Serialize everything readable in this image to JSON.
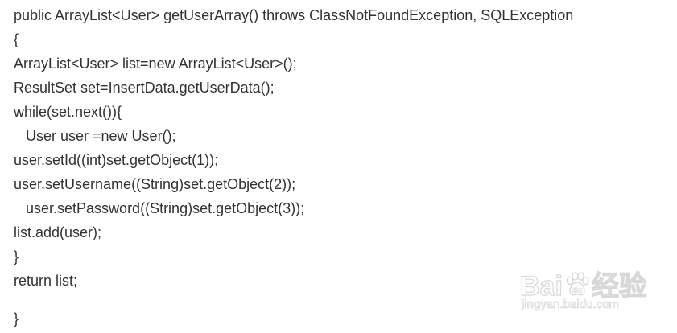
{
  "code": {
    "lines": [
      "public ArrayList<User> getUserArray() throws ClassNotFoundException, SQLException",
      "{",
      "ArrayList<User> list=new ArrayList<User>();",
      "ResultSet set=InsertData.getUserData();",
      "while(set.next()){",
      "   User user =new User();",
      "user.setId((int)set.getObject(1));",
      "user.setUsername((String)set.getObject(2));",
      "   user.setPassword((String)set.getObject(3));",
      "list.add(user);",
      "}",
      "return list;",
      "}"
    ]
  },
  "watermark": {
    "brand_left": "Bai",
    "brand_right": "经验",
    "icon": "baidu-paw-icon",
    "url": "jingyan.baidu.com"
  }
}
